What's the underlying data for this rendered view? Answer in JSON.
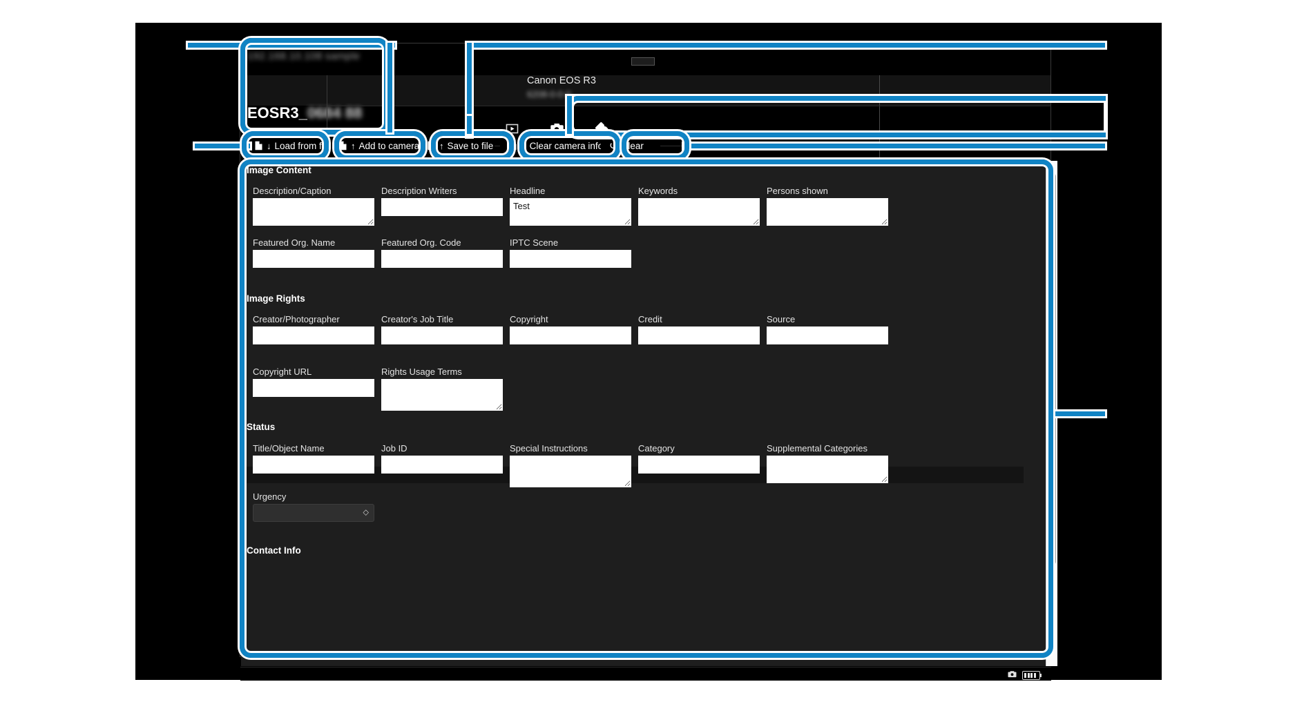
{
  "window": {
    "ip_label": "192.168.10.108  sample",
    "model": "Canon EOS R3",
    "serial_blurred": "6208-0-0-0",
    "filename_prefix": "EOSR3_",
    "filename_suffix": "0684 88"
  },
  "tabs": [
    {
      "name": "playback-tab",
      "icon": "play-box-icon",
      "active": false
    },
    {
      "name": "camera-tab",
      "icon": "camera-icon",
      "active": false
    },
    {
      "name": "tag-tab",
      "icon": "tag-icon",
      "active": true
    }
  ],
  "toolbar": {
    "buttons": [
      {
        "label": "Load from file",
        "icon": "file-down-icon",
        "glyph": "↓"
      },
      {
        "label": "Add to camera",
        "icon": "file-up-camera-icon",
        "glyph": "↑"
      },
      {
        "label": "Save to file",
        "icon": "file-up-icon",
        "glyph": "↑"
      },
      {
        "label": "Clear camera info",
        "icon": "file-x-icon",
        "glyph": "×"
      },
      {
        "label": "Clear",
        "icon": "reset-icon",
        "glyph": "↺"
      }
    ]
  },
  "sections": {
    "image_content": "Image Content",
    "image_rights": "Image Rights",
    "status": "Status",
    "contact_info": "Contact Info"
  },
  "fields": {
    "description_caption": {
      "label": "Description/Caption",
      "value": "",
      "type": "textarea"
    },
    "description_writers": {
      "label": "Description Writers",
      "value": "",
      "type": "text"
    },
    "headline": {
      "label": "Headline",
      "value": "Test",
      "type": "textarea"
    },
    "keywords": {
      "label": "Keywords",
      "value": "",
      "type": "textarea"
    },
    "persons_shown": {
      "label": "Persons shown",
      "value": "",
      "type": "textarea"
    },
    "featured_org_name": {
      "label": "Featured Org. Name",
      "value": "",
      "type": "text"
    },
    "featured_org_code": {
      "label": "Featured Org. Code",
      "value": "",
      "type": "text"
    },
    "iptc_scene": {
      "label": "IPTC Scene",
      "value": "",
      "type": "text"
    },
    "creator_photographer": {
      "label": "Creator/Photographer",
      "value": "",
      "type": "text"
    },
    "creators_job_title": {
      "label": "Creator's Job Title",
      "value": "",
      "type": "text"
    },
    "copyright": {
      "label": "Copyright",
      "value": "",
      "type": "text"
    },
    "credit": {
      "label": "Credit",
      "value": "",
      "type": "text"
    },
    "source": {
      "label": "Source",
      "value": "",
      "type": "text"
    },
    "copyright_url": {
      "label": "Copyright URL",
      "value": "",
      "type": "text"
    },
    "rights_usage_terms": {
      "label": "Rights Usage Terms",
      "value": "",
      "type": "textarea"
    },
    "title_object_name": {
      "label": "Title/Object Name",
      "value": "",
      "type": "text"
    },
    "job_id": {
      "label": "Job ID",
      "value": "",
      "type": "text"
    },
    "special_instructions": {
      "label": "Special Instructions",
      "value": "",
      "type": "textarea"
    },
    "category": {
      "label": "Category",
      "value": "",
      "type": "text"
    },
    "supplemental_categories": {
      "label": "Supplemental Categories",
      "value": "",
      "type": "textarea"
    },
    "urgency": {
      "label": "Urgency",
      "value": "",
      "type": "select",
      "options": [
        ""
      ]
    }
  },
  "statusbar": {
    "camera_icon": "camera-icon",
    "battery_icon": "battery-full-icon"
  },
  "colors": {
    "callout": "#1083c4",
    "accent_tab": "#ef8b1f",
    "panel_bg": "#1e1e1e",
    "window_bg": "#000000"
  }
}
